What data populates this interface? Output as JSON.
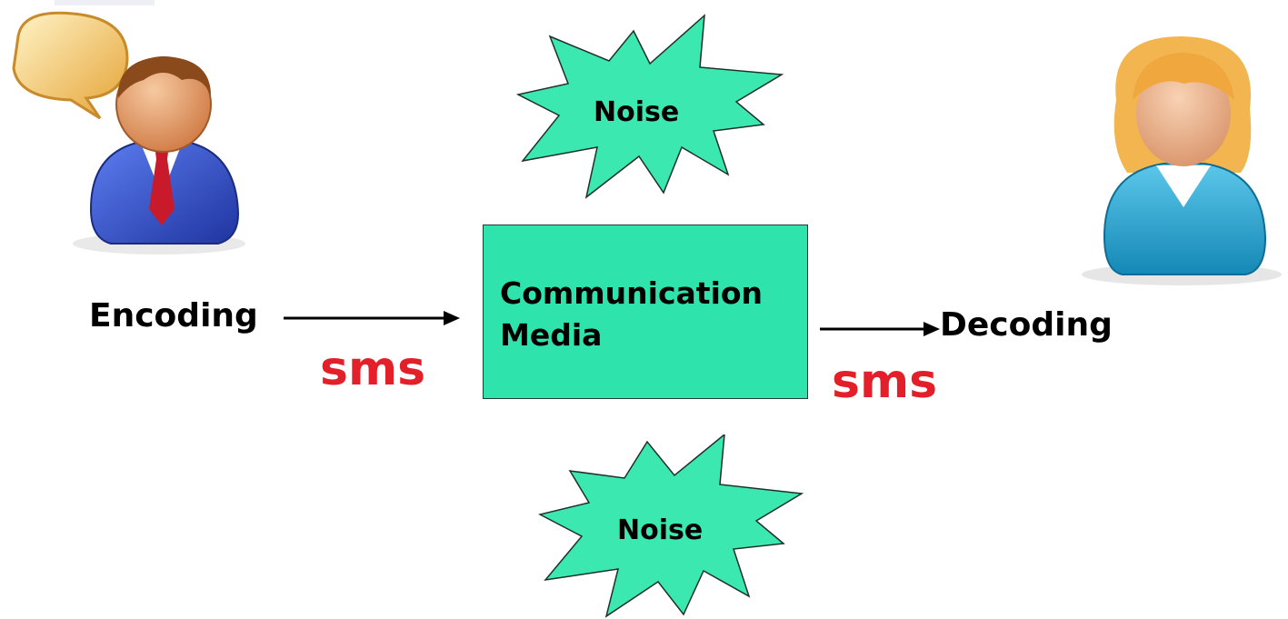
{
  "diagram": {
    "media_lines": [
      "Communication",
      "Media"
    ],
    "noise_top": "Noise",
    "noise_bottom": "Noise",
    "encoding": "Encoding",
    "decoding": "Decoding",
    "channel_left": "sms",
    "channel_right": "sms"
  },
  "colors": {
    "media_fill": "#2fe3ad",
    "noise_fill": "#3be8b0",
    "channel_text": "#e3202a",
    "arrow": "#000000",
    "sender_suit": "#2f4fc0",
    "receiver_top": "#1ea5d1",
    "hair_receiver": "#f2b54f",
    "speech_bubble": "#f2b84a"
  }
}
